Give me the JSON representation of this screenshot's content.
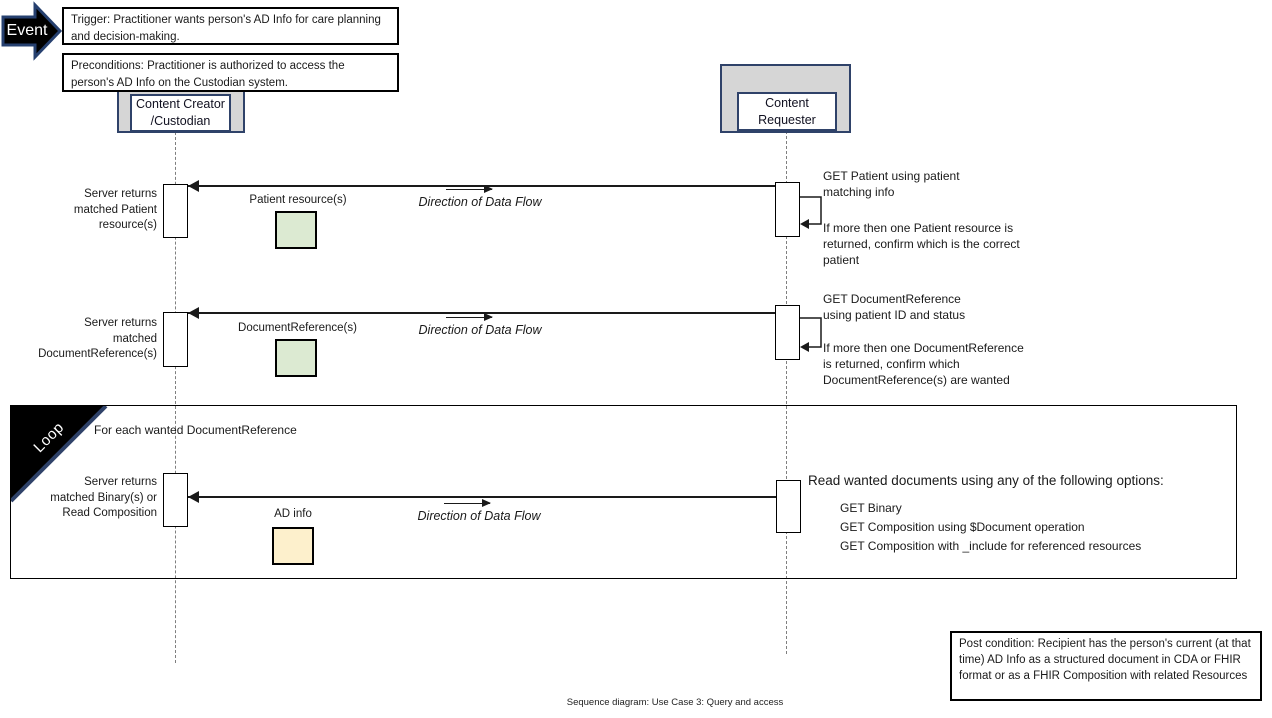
{
  "caption": "Sequence diagram: Use Case 3: Query and access",
  "colors": {
    "navy_border": "#2f4269",
    "actor_gray": "#d6d6d6",
    "resource_green": "#dcead2",
    "resource_yellow": "#fdf0cc"
  },
  "event": {
    "label": "Event"
  },
  "trigger": {
    "text": "Trigger: Practitioner wants person's AD Info for care planning and decision-making."
  },
  "preconditions": {
    "text": "Preconditions: Practitioner is authorized to access the person's AD Info on the Custodian system."
  },
  "actors": {
    "creator": {
      "name": "Content Creator\n/Custodian"
    },
    "requester": {
      "name": "Content\nRequester"
    }
  },
  "loop": {
    "label": "Loop",
    "condition": "For each wanted DocumentReference"
  },
  "exchanges": [
    {
      "server_label": "Server returns\nmatched Patient\nresource(s)",
      "payload_label": "Patient resource(s)",
      "payload_color": "#dcead2",
      "direction_label": "Direction of Data Flow",
      "request_text": "GET Patient using patient\nmatching info",
      "note_text": "If more then one Patient resource is\nreturned, confirm which is the correct\npatient"
    },
    {
      "server_label": "Server returns\nmatched\nDocumentReference(s)",
      "payload_label": "DocumentReference(s)",
      "payload_color": "#dcead2",
      "direction_label": "Direction of Data Flow",
      "request_text": "GET DocumentReference\nusing patient ID and status",
      "note_text": "If more then one DocumentReference\nis returned, confirm which\nDocumentReference(s)  are wanted"
    },
    {
      "server_label": "Server returns\nmatched Binary(s) or\nRead Composition",
      "payload_label": "AD info",
      "payload_color": "#fdf0cc",
      "direction_label": "Direction of Data Flow",
      "request_text": "Read wanted documents using any of the following  options:",
      "options": [
        "GET Binary",
        "GET Composition using $Document operation",
        "GET Composition with _include for referenced  resources"
      ]
    }
  ],
  "post_condition": {
    "text": "Post condition: Recipient has the person's current (at that time) AD Info  as a structured document in CDA or FHIR  format or as a FHIR Composition with related Resources"
  }
}
